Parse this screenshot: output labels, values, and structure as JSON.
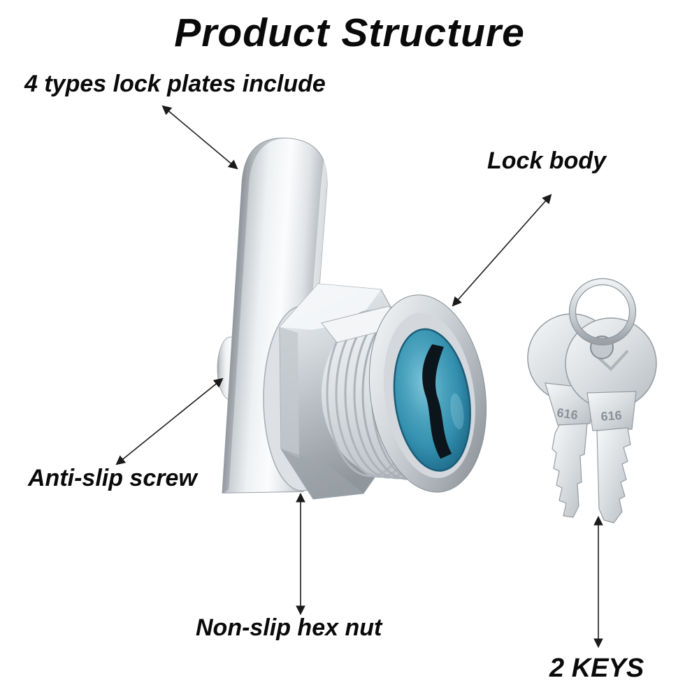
{
  "title": "Product Structure",
  "labels": {
    "lock_plates": "4 types lock plates include",
    "lock_body": "Lock body",
    "anti_slip_screw": "Anti-slip screw",
    "hex_nut": "Non-slip hex nut",
    "keys": "2 KEYS"
  },
  "illustration": {
    "key_stamp": "616",
    "colors": {
      "arrow": "#1a1a1a",
      "text": "#0a0a0a",
      "face_blue": "#3a93b1",
      "keyhole_black": "#0b151b",
      "chrome_light": "#f5f7f8",
      "chrome_dark": "#8a9197",
      "background": "#ffffff"
    }
  }
}
